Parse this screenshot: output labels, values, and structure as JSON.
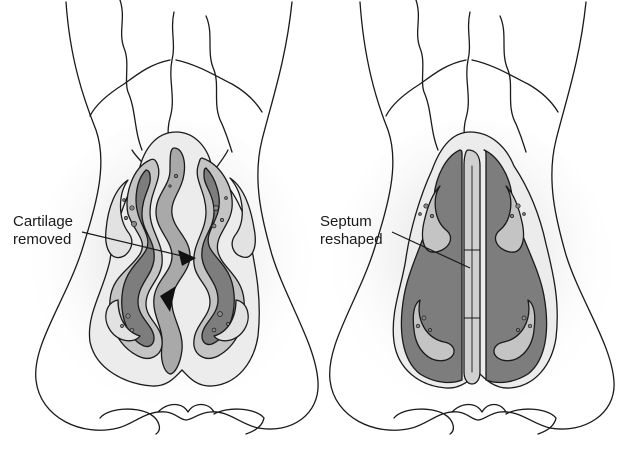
{
  "labels": {
    "left": {
      "line1": "Cartilage",
      "line2": "removed"
    },
    "right": {
      "line1": "Septum",
      "line2": "reshaped"
    }
  },
  "colors": {
    "outline": "#1a1a1a",
    "skin": "#ffffff",
    "mucosa_light": "#e2e2e2",
    "mucosa_mid": "#b8b8b8",
    "turbinate_dark": "#7d7d7d",
    "septum": "#a9a9a9",
    "shadow": "#d6d6d6"
  }
}
